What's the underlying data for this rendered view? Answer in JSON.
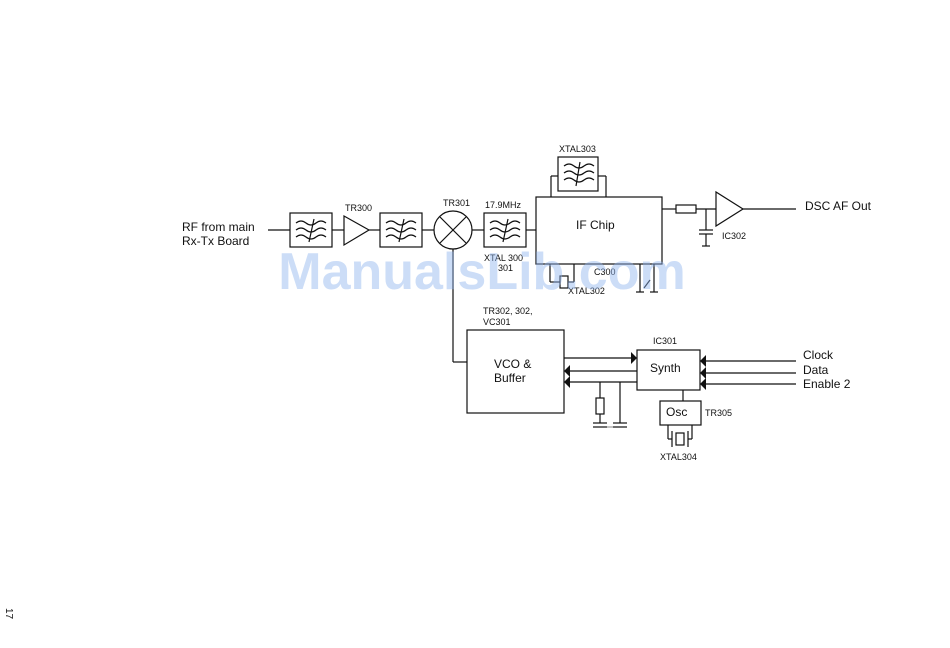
{
  "input": {
    "line1": "RF from main",
    "line2": "Rx-Tx Board"
  },
  "output": {
    "label": "DSC AF Out"
  },
  "parts": {
    "tr300": "TR300",
    "tr301": "TR301",
    "xtal300_freq": "17.9MHz",
    "xtal300_line1": "XTAL 300",
    "xtal300_line2": "301",
    "xtal303": "XTAL303",
    "if_chip": "IF Chip",
    "c300": "C300",
    "xtal302": "XTAL302",
    "ic302": "IC302",
    "tr302_line1": "TR302, 302,",
    "tr302_line2": "VC301",
    "vco_line1": "VCO &",
    "vco_line2": "Buffer",
    "ic301": "IC301",
    "synth": "Synth",
    "osc": "Osc",
    "tr305": "TR305",
    "xtal304": "XTAL304"
  },
  "control_inputs": [
    "Clock",
    "Data",
    "Enable 2"
  ],
  "page_number": "17",
  "watermark": "ManualsLib.com"
}
